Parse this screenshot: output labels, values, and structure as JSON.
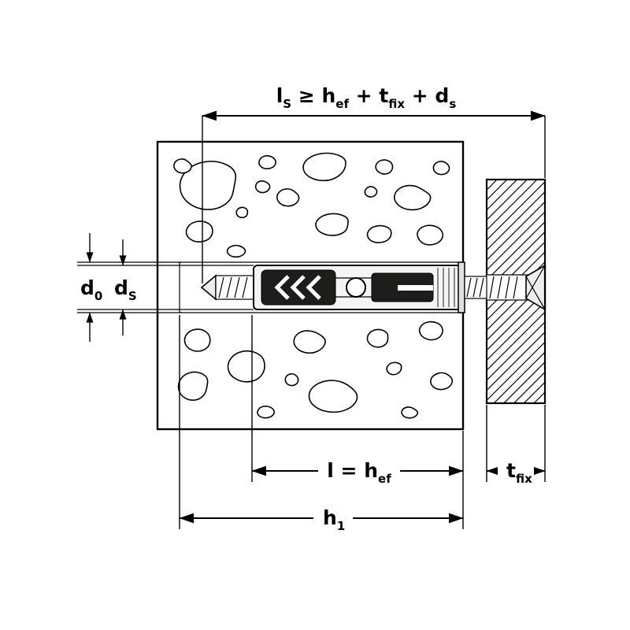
{
  "title": "Wall plug anchor installation dimension diagram",
  "labels": {
    "top": {
      "p1": "l",
      "s1": "S",
      "p2": " ≥ h",
      "s2": "ef",
      "p3": " + t",
      "s3": "fix",
      "p4": " + d",
      "s4": "s"
    },
    "d0": {
      "b": "d",
      "s": "0"
    },
    "ds": {
      "b": "d",
      "s": "S"
    },
    "lhef": {
      "p1": "l = h",
      "s1": "ef"
    },
    "tfix": {
      "b": "t",
      "s": "fix"
    },
    "h1": {
      "b": "h",
      "s": "1"
    }
  },
  "colors": {
    "line": "#000000",
    "anchor_dark": "#1d1d1b",
    "anchor_light": "#ededed",
    "background": "#ffffff"
  }
}
